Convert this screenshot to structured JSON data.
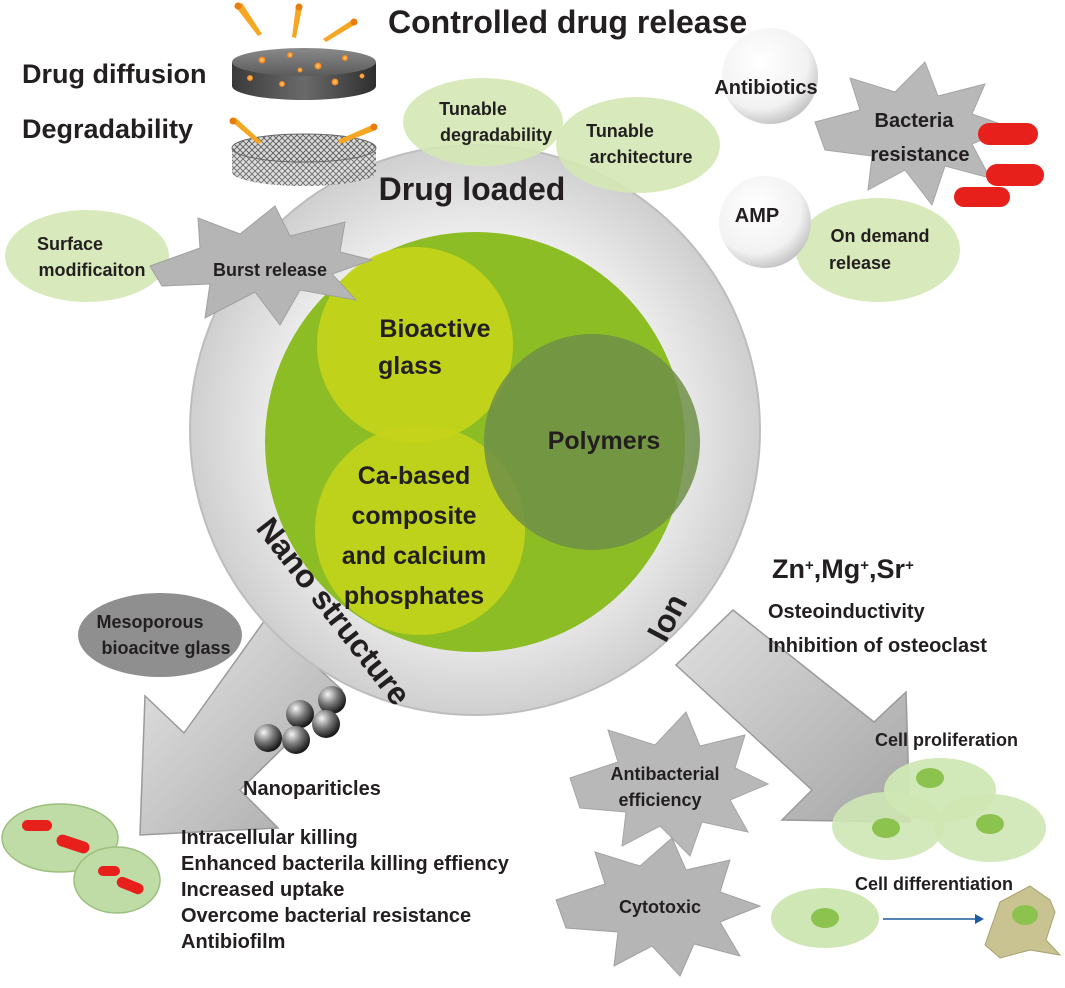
{
  "top": {
    "controlled_release": "Controlled drug release",
    "drug_diffusion": "Drug diffusion",
    "degradability": "Degradability"
  },
  "ring_labels": {
    "drug_loaded": "Drug loaded",
    "nano_structure": "Nano structure",
    "ion": "Ion"
  },
  "core": {
    "bioactive_glass": [
      "Bioactive",
      "glass"
    ],
    "polymers": "Polymers",
    "ca_based": [
      "Ca-based",
      "composite",
      "and calcium",
      "phosphates"
    ]
  },
  "bubbles": {
    "tunable_degradability": [
      "Tunable",
      "degradability"
    ],
    "tunable_architecture": [
      "Tunable",
      "architecture"
    ],
    "surface_modification": [
      "Surface",
      "modificaiton"
    ],
    "on_demand_release": [
      "On demand",
      "release"
    ],
    "mesoporous": [
      "Mesoporous",
      "bioacitve glass"
    ]
  },
  "stars": {
    "burst_release": "Burst release",
    "bacteria_resistance": [
      "Bacteria",
      "resistance"
    ],
    "antibacterial_efficiency": [
      "Antibacterial",
      "efficiency"
    ],
    "cytotoxic": "Cytotoxic"
  },
  "discs": {
    "antibiotics": "Antibiotics",
    "amp": "AMP"
  },
  "ions": {
    "zn": "Zn",
    "mg": "Mg",
    "sr": "Sr",
    "charge": "+",
    "comma": ","
  },
  "ion_effects": [
    "Osteoinductivity",
    "Inhibition of osteoclast"
  ],
  "nanoparticles_label": "Nanopariticles",
  "nano_effects": [
    "Intracellular killing",
    "Enhanced bacterila killing effiency",
    "Increased uptake",
    "Overcome bacterial resistance",
    "Antibiofilm"
  ],
  "cells": {
    "proliferation": "Cell proliferation",
    "differentiation": "Cell differentiation"
  },
  "colors": {
    "bubble_green": "#d4e8b4",
    "core_green": "#8dbd24",
    "yellow_green": "#c5d41a",
    "polymer_green": "#7a9a4e",
    "ring_gray": "#e6e6e6",
    "star_gray": "#b8b8b8",
    "bacteria_red": "#e8201c"
  }
}
